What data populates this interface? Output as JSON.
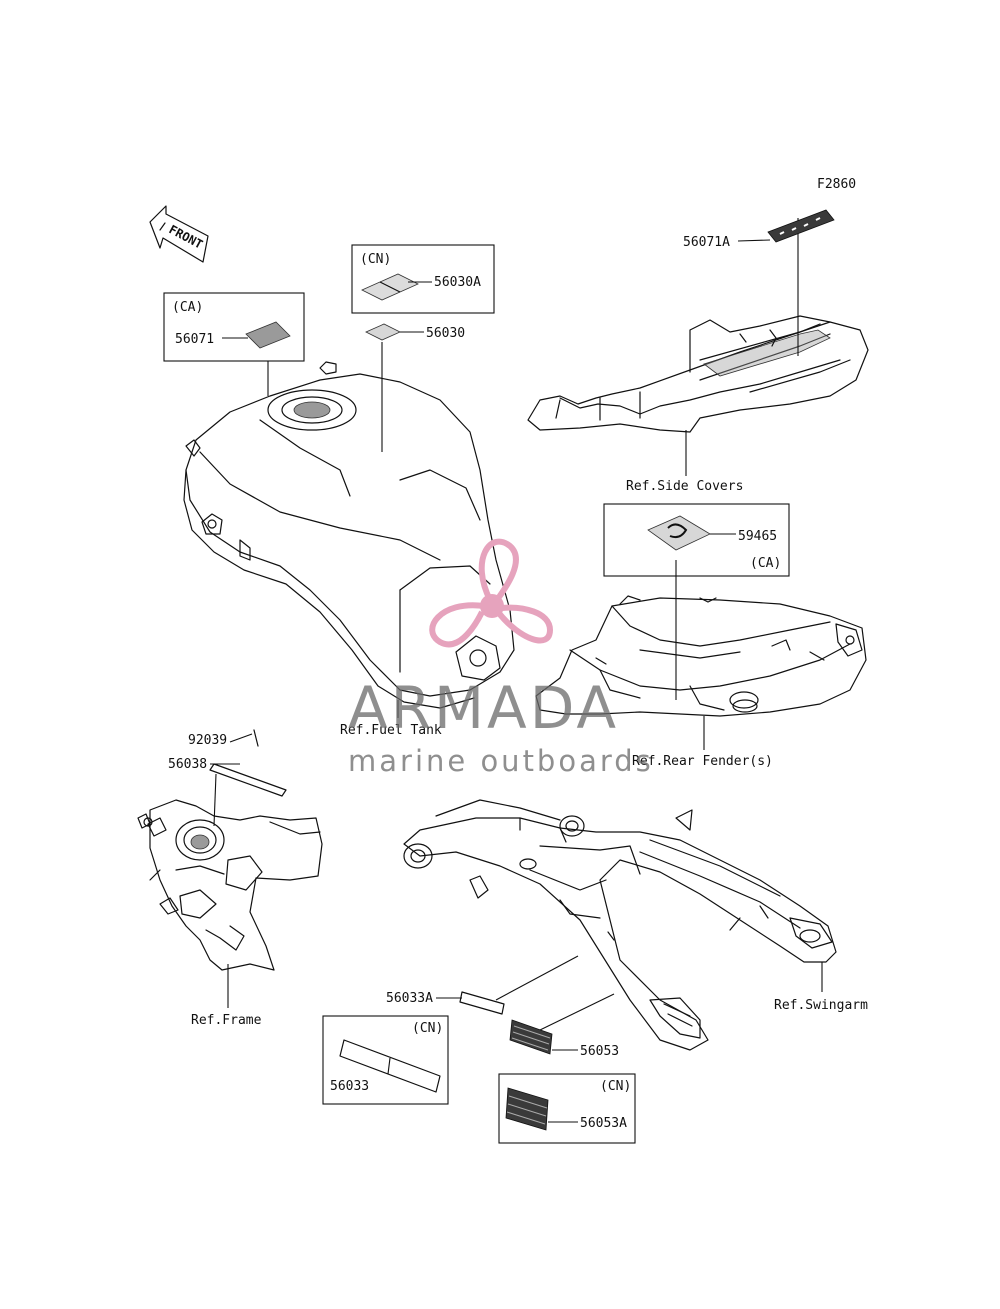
{
  "figure_code": "F2860",
  "front_label": "FRONT",
  "parts": {
    "p56071A": "56071A",
    "p56030A": "56030A",
    "p56030": "56030",
    "p56071": "56071",
    "p59465": "59465",
    "p92039": "92039",
    "p56038": "56038",
    "p56033A": "56033A",
    "p56053": "56053",
    "p56033": "56033",
    "p56053A": "56053A"
  },
  "variants": {
    "cn_56030A": "(CN)",
    "ca_56071": "(CA)",
    "ca_59465": "(CA)",
    "cn_56033": "(CN)",
    "cn_56053A": "(CN)"
  },
  "refs": {
    "side_covers": "Ref.Side Covers",
    "fuel_tank": "Ref.Fuel Tank",
    "rear_fender": "Ref.Rear Fender(s)",
    "frame": "Ref.Frame",
    "swingarm": "Ref.Swingarm"
  },
  "watermark": {
    "title": "ARMADA",
    "subtitle": "marine outboards",
    "logo_color": "#e6a3bd"
  }
}
